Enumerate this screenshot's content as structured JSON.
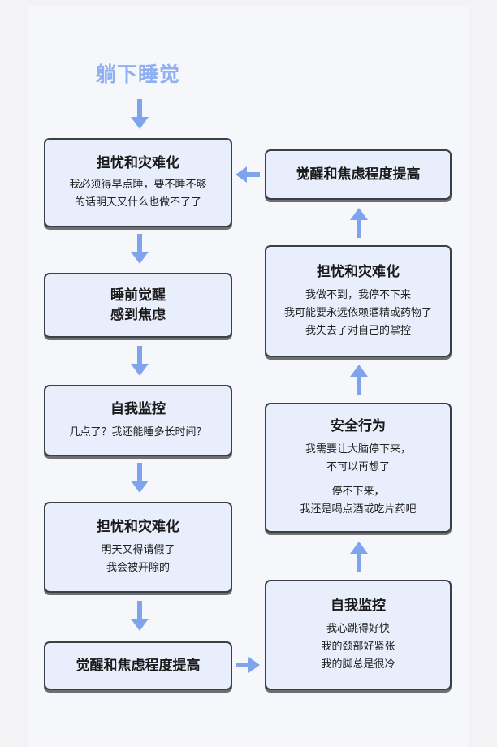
{
  "title": "躺下睡觉",
  "left": [
    {
      "heading": "担忧和灾难化",
      "body": [
        "我必须得早点睡，要不睡不够",
        "的话明天又什么也做不了了"
      ]
    },
    {
      "heading_lines": [
        "睡前觉醒",
        "感到焦虑"
      ]
    },
    {
      "heading": "自我监控",
      "body": [
        "几点了？我还能睡多长时间？"
      ]
    },
    {
      "heading": "担忧和灾难化",
      "body": [
        "明天又得请假了",
        "我会被开除的"
      ]
    },
    {
      "heading": "觉醒和焦虑程度提高"
    }
  ],
  "right": [
    {
      "heading": "觉醒和焦虑程度提高"
    },
    {
      "heading": "担忧和灾难化",
      "body": [
        "我做不到，我停不下来",
        "我可能要永远依赖酒精或药物了",
        "我失去了对自己的掌控"
      ]
    },
    {
      "heading": "安全行为",
      "body": [
        "我需要让大脑停下来，",
        "不可以再想了"
      ],
      "body2": [
        "停不下来，",
        "我还是喝点酒或吃片药吧"
      ]
    },
    {
      "heading": "自我监控",
      "body": [
        "我心跳得好快",
        "我的颈部好紧张",
        "我的脚总是很冷"
      ]
    }
  ],
  "colors": {
    "arrow": "#7fa3ec",
    "title": "#8fb0f2",
    "box_fill": "#e8eefb",
    "box_border": "#3b3f48"
  }
}
